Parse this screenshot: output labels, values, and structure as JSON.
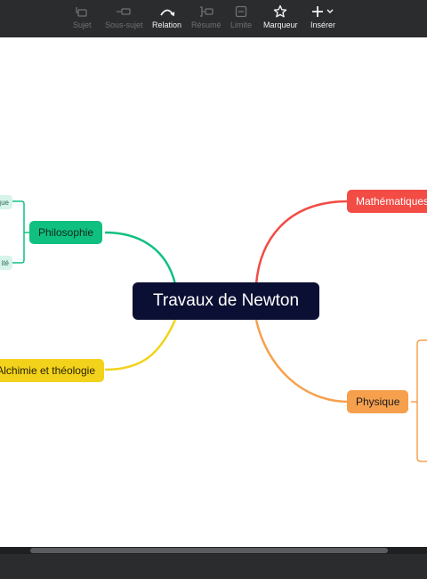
{
  "toolbar": {
    "items": [
      {
        "label": "Sujet",
        "icon": "topic-icon",
        "enabled": false
      },
      {
        "label": "Sous-sujet",
        "icon": "subtopic-icon",
        "enabled": false
      },
      {
        "label": "Relation",
        "icon": "relation-icon",
        "enabled": true
      },
      {
        "label": "Résumé",
        "icon": "summary-icon",
        "enabled": false
      },
      {
        "label": "Limite",
        "icon": "boundary-icon",
        "enabled": false
      },
      {
        "label": "Marqueur",
        "icon": "star-icon",
        "enabled": true
      },
      {
        "label": "Insérer",
        "icon": "plus-icon",
        "enabled": true
      }
    ]
  },
  "mindmap": {
    "central": "Travaux de Newton",
    "left_topics": [
      {
        "label": "Philosophie",
        "color": "#10c080"
      },
      {
        "label": "Alchimie et théologie",
        "color": "#f2d21b"
      }
    ],
    "right_topics": [
      {
        "label": "Mathématiques",
        "color": "#f24c45"
      },
      {
        "label": "Physique",
        "color": "#f6a04d"
      }
    ],
    "philosophy_subtopics": [
      "que",
      "ité"
    ]
  },
  "colors": {
    "toolbar_bg": "#2b2c2e",
    "central_bg": "#0b0f33",
    "canvas_bg": "#ffffff"
  }
}
